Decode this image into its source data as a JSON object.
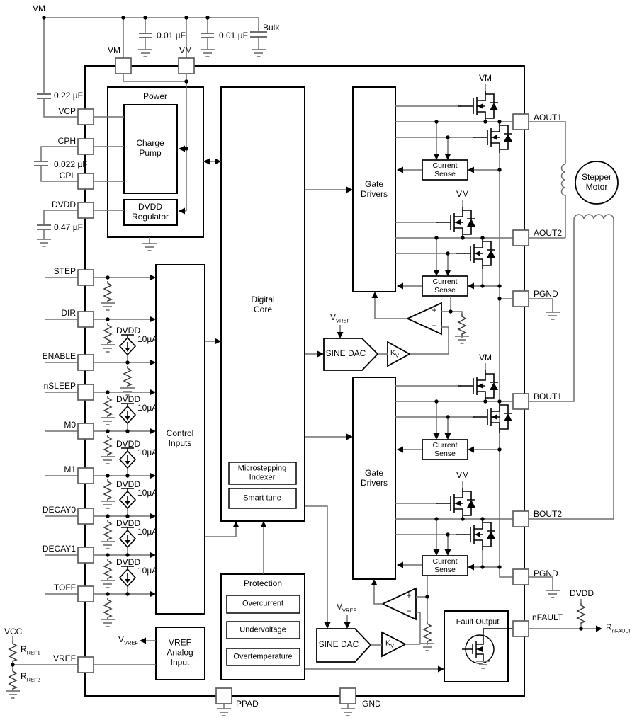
{
  "colors": {
    "outline": "#000000",
    "wire": "#6e6e6e",
    "background": "#ffffff"
  },
  "supply": {
    "vm": "VM",
    "dvdd": "DVDD",
    "vcc": "VCC",
    "v_prefix": "V",
    "vref_sub": "VREF"
  },
  "components": {
    "bulk_cap": "Bulk",
    "cap_001": "0.01 µF",
    "cap_022": "0.22 µF",
    "cap_0022": "0.022 µF",
    "cap_047": "0.47 µF",
    "current_source_10ua": "10µA",
    "r_prefix": "R",
    "rref1_sub": "REF1",
    "rref2_sub": "REF2",
    "rnfault_sub": "nFAULT",
    "k_prefix": "K",
    "kv_sub": "V",
    "comparator_plus": "+",
    "comparator_minus": "−"
  },
  "pins": {
    "vcp": "VCP",
    "cph": "CPH",
    "cpl": "CPL",
    "dvdd": "DVDD",
    "step": "STEP",
    "dir": "DIR",
    "enable": "ENABLE",
    "nsleep": "nSLEEP",
    "m0": "M0",
    "m1": "M1",
    "decay0": "DECAY0",
    "decay1": "DECAY1",
    "toff": "TOFF",
    "vref": "VREF",
    "aout1": "AOUT1",
    "aout2": "AOUT2",
    "pgnd": "PGND",
    "bout1": "BOUT1",
    "bout2": "BOUT2",
    "nfault": "nFAULT",
    "ppad": "PPAD",
    "gnd": "GND",
    "vm": "VM"
  },
  "blocks": {
    "power": "Power",
    "charge_pump": "Charge Pump",
    "dvdd_regulator": "DVDD Regulator",
    "control_inputs": "Control Inputs",
    "digital_core": "Digital Core",
    "microstepping_indexer": "Microstepping Indexer",
    "smart_tune": "Smart tune",
    "protection": "Protection",
    "overcurrent": "Overcurrent",
    "undervoltage": "Undervoltage",
    "overtemperature": "Overtemperature",
    "vref_analog_input": "VREF Analog Input",
    "gate_drivers": "Gate Drivers",
    "current_sense": "Current Sense",
    "sine_dac": "SINE DAC",
    "fault_output": "Fault Output",
    "stepper_motor": "Stepper Motor"
  }
}
